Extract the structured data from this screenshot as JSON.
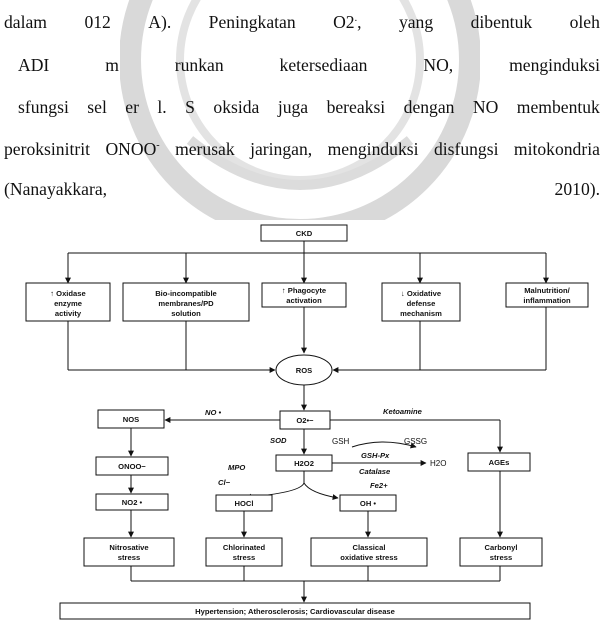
{
  "paragraph": {
    "line1": [
      "dalam",
      "012",
      "A).",
      "Peningkatan",
      "O2",
      "yang",
      "dibentuk",
      "oleh"
    ],
    "line2": [
      "ADI",
      "m",
      "runkan",
      "ketersediaan",
      "NO,",
      "menginduksi"
    ],
    "line3": [
      "sfungsi",
      "sel",
      "er",
      "l.",
      "S",
      "oksida",
      "juga",
      "bereaksi",
      "dengan",
      "NO",
      "membentuk"
    ],
    "line4": [
      "peroksinitrit",
      "ONOO",
      "merusak",
      "jaringan,",
      "menginduksi",
      "disfungsi",
      "mitokondria"
    ],
    "line5": [
      "(Nanayakkara,",
      "2010)."
    ]
  },
  "diagram": {
    "ckd": "CKD",
    "causes": [
      {
        "line1": "↑ Oxidase",
        "line2": "enzyme",
        "line3": "activity"
      },
      {
        "line1": "Bio-incompatible",
        "line2": "membranes/PD",
        "line3": "solution"
      },
      {
        "line1": "↑ Phagocyte",
        "line2": "activation",
        "line3": ""
      },
      {
        "line1": "↓ Oxidative",
        "line2": "defense",
        "line3": "mechanism"
      },
      {
        "line1": "Malnutrition/",
        "line2": "inflammation",
        "line3": ""
      }
    ],
    "ros": "ROS",
    "superoxide": "O2•−",
    "nos": "NOS",
    "no_label": "NO •",
    "ketoamine": "Ketoamine",
    "sod": "SOD",
    "gsh": "GSH",
    "gssg": "GSSG",
    "gsh_px": "GSH-Px",
    "catalase": "Catalase",
    "h2o": "H2O",
    "onoo": "ONOO−",
    "mpo": "MPO",
    "h2o2": "H2O2",
    "ages": "AGEs",
    "cl": "Cl−",
    "fe": "Fe2+",
    "no2": "NO2 •",
    "hocl": "HOCl",
    "oh": "OH •",
    "stresses": [
      {
        "line1": "Nitrosative",
        "line2": "stress"
      },
      {
        "line1": "Chlorinated",
        "line2": "stress"
      },
      {
        "line1": "Classical",
        "line2": "oxidative stress"
      },
      {
        "line1": "Carbonyl",
        "line2": "stress"
      }
    ],
    "outcome": "Hypertension; Atherosclerosis; Cardiovascular disease"
  }
}
